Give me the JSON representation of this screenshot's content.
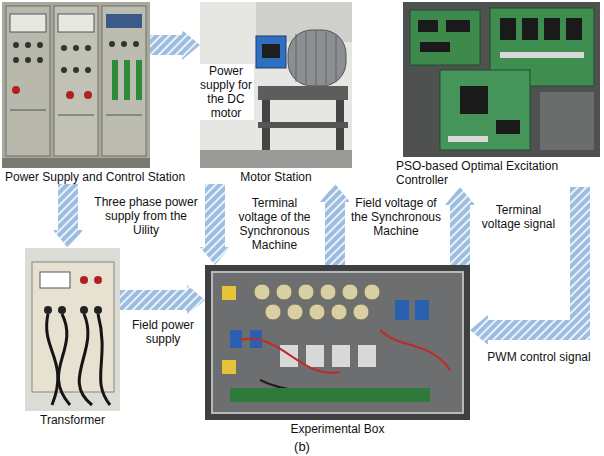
{
  "diagram": {
    "caption": "(b)",
    "nodes": [
      {
        "text": [
          "Power Supply and Control Station"
        ]
      },
      {
        "text": [
          "Motor Station"
        ]
      },
      {
        "text": [
          "PSO-based Optimal Excitation Controller"
        ]
      },
      {
        "text": [
          "Transformer"
        ]
      },
      {
        "text": [
          "Experimental Box"
        ]
      }
    ],
    "edges": [
      {
        "from": 0,
        "to": 1,
        "arrow": "to",
        "label": "Power supply for the DC motor"
      },
      {
        "from": 0,
        "to": 3,
        "arrow": "to",
        "label": "Three phase power supply from the Uility"
      },
      {
        "from": 1,
        "to": 4,
        "arrow": "to",
        "label": "Terminal voltage of the Synchronous Machine"
      },
      {
        "from": 4,
        "to": 1,
        "arrow": "to",
        "label": "Field voltage of the Synchronous Machine"
      },
      {
        "from": 4,
        "to": 2,
        "arrow": "to",
        "label": "Terminal voltage signal"
      },
      {
        "from": 2,
        "to": 4,
        "arrow": "to",
        "label": "PWM control signal"
      },
      {
        "from": 3,
        "to": 4,
        "arrow": "to",
        "label": "Field power supply"
      }
    ]
  }
}
